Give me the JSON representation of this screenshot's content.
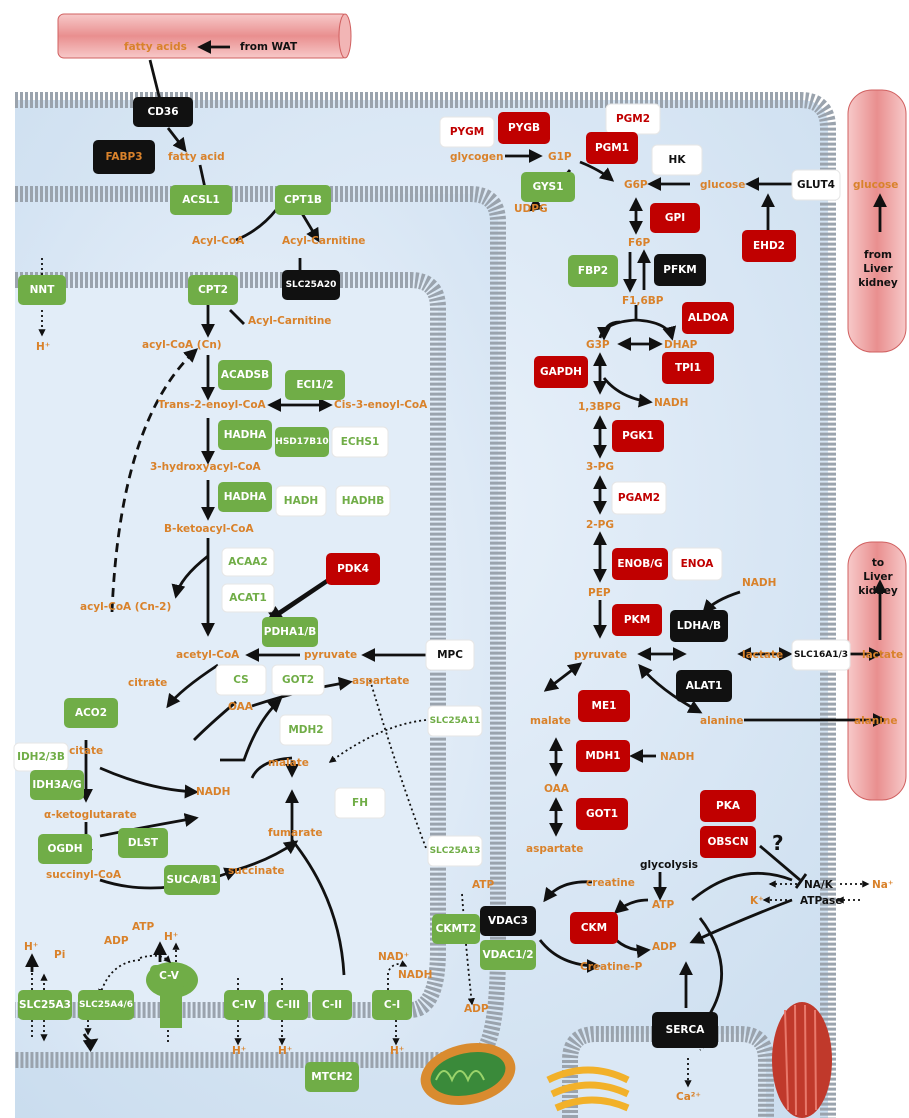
{
  "colors": {
    "green": "#70ad47",
    "red": "#c00000",
    "black": "#111111",
    "white": "#ffffff",
    "orange": "#d9822b",
    "membrane": "#9aa3ad"
  },
  "labels": {
    "fatty_acids": "fatty acids",
    "from_wat": "from WAT",
    "fatty_acid": "fatty acid",
    "acyl_coa": "Acyl-CoA",
    "acyl_carnitine_1": "Acyl-Carnitine",
    "acyl_carnitine_2": "Acyl-Carnitine",
    "acyl_coa_cn": "acyl-CoA  (Cn)",
    "trans_enoyl": "Trans-2-enoyl-CoA",
    "cis_enoyl": "Cis-3-enoyl-CoA",
    "hydroxyacyl": "3-hydroxyacyl-CoA",
    "ketoacyl": "B-ketoacyl-CoA",
    "acyl_coa_cn2": "acyl-CoA  (Cn-2)",
    "acetyl_coa": "acetyl-CoA",
    "pyruvate_in": "pyruvate",
    "aspartate_in": "aspartate",
    "citrate": "citrate",
    "oaa_in": "OAA",
    "isocitrate": "isocitate",
    "nadh_in": "NADH",
    "malate_in": "malate",
    "akg": "α-ketoglutarate",
    "fumarate": "fumarate",
    "succinyl": "succinyl-CoA",
    "succinate": "succinate",
    "h_nnt": "H⁺",
    "h1": "H⁺",
    "pi": "Pi",
    "adp1": "ADP",
    "atp1": "ATP",
    "h2": "H⁺",
    "h_civ": "H⁺",
    "h_ciii": "H⁺",
    "h_ci": "H⁺",
    "nad": "NAD⁺",
    "nadh_ci": "NADH",
    "atp_ck": "ATP",
    "adp_ck": "ADP",
    "glycogen": "glycogen",
    "g1p": "G1P",
    "g6p": "G6P",
    "glucose_in": "glucose",
    "glucose_out": "glucose",
    "udpg": "UDPG",
    "f6p": "F6P",
    "f16bp": "F1,6BP",
    "g3p": "G3P",
    "dhap": "DHAP",
    "nadh_1": "NADH",
    "bpg": "1,3BPG",
    "pg3": "3-PG",
    "pg2": "2-PG",
    "pep": "PEP",
    "nadh_ldh": "NADH",
    "pyruvate_cy": "pyruvate",
    "lactate_in": "lactate",
    "lactate_out": "lactate",
    "alanine_in": "alanine",
    "alanine_out": "alanine",
    "malate_cy": "malate",
    "nadh_mdh": "NADH",
    "oaa_cy": "OAA",
    "aspartate_cy": "aspartate",
    "from_liver": "from\nLiver\nkidney",
    "to_liver": "to\nLiver\nkidney",
    "glycolysis": "glycolysis",
    "creatine": "creatine",
    "creatine_p": "Creatine-P",
    "atp_cy": "ATP",
    "adp_cy": "ADP",
    "nak": "NA/K",
    "atpase": "ATPase",
    "na": "Na⁺",
    "k": "K⁺",
    "ca": "Ca²⁺",
    "question": "?"
  },
  "enzymes": {
    "CD36": "CD36",
    "FABP3": "FABP3",
    "ACSL1": "ACSL1",
    "CPT1B": "CPT1B",
    "SLC25A20": "SLC25A20",
    "NNT": "NNT",
    "CPT2": "CPT2",
    "ACADSB": "ACADSB",
    "ECI12": "ECI1/2",
    "HADHA1": "HADHA",
    "HSD17B10": "HSD17B10",
    "ECHS1": "ECHS1",
    "HADHA2": "HADHA",
    "HADH": "HADH",
    "HADHB": "HADHB",
    "ACAA2": "ACAA2",
    "ACAT1": "ACAT1",
    "PDK4": "PDK4",
    "PDHA1B": "PDHA1/B",
    "CS": "CS",
    "GOT2": "GOT2",
    "ACO2": "ACO2",
    "MDH2": "MDH2",
    "IDH23B": "IDH2/3B",
    "IDH3AG": "IDH3A/G",
    "FH": "FH",
    "DLST": "DLST",
    "OGDH": "OGDH",
    "SUCAB1": "SUCA/B1",
    "SLC25A11": "SLC25A11",
    "SLC25A13": "SLC25A13",
    "SLC25A3": "SLC25A3",
    "SLC25A46": "SLC25A4/6",
    "CV": "C-V",
    "CIV": "C-IV",
    "CIII": "C-III",
    "CII": "C-II",
    "CI": "C-I",
    "MTCH2": "MTCH2",
    "CKMT2": "CKMT2",
    "VDAC3": "VDAC3",
    "VDAC12": "VDAC1/2",
    "PYGM": "PYGM",
    "PYGB": "PYGB",
    "PGM2": "PGM2",
    "PGM1": "PGM1",
    "HK": "HK",
    "GYS1": "GYS1",
    "GPI": "GPI",
    "GLUT4": "GLUT4",
    "EHD2": "EHD2",
    "FBP2": "FBP2",
    "PFKM": "PFKM",
    "ALDOA": "ALDOA",
    "GAPDH": "GAPDH",
    "TPI1": "TPI1",
    "PGK1": "PGK1",
    "PGAM2": "PGAM2",
    "ENOBG": "ENOB/G",
    "ENOA": "ENOA",
    "PKM": "PKM",
    "LDHAB": "LDHA/B",
    "MPC": "MPC",
    "SLC16A13": "SLC16A1/3",
    "ALAT1": "ALAT1",
    "ME1": "ME1",
    "MDH1": "MDH1",
    "GOT1": "GOT1",
    "PKA": "PKA",
    "OBSCN": "OBSCN",
    "CKM": "CKM",
    "SERCA": "SERCA"
  }
}
